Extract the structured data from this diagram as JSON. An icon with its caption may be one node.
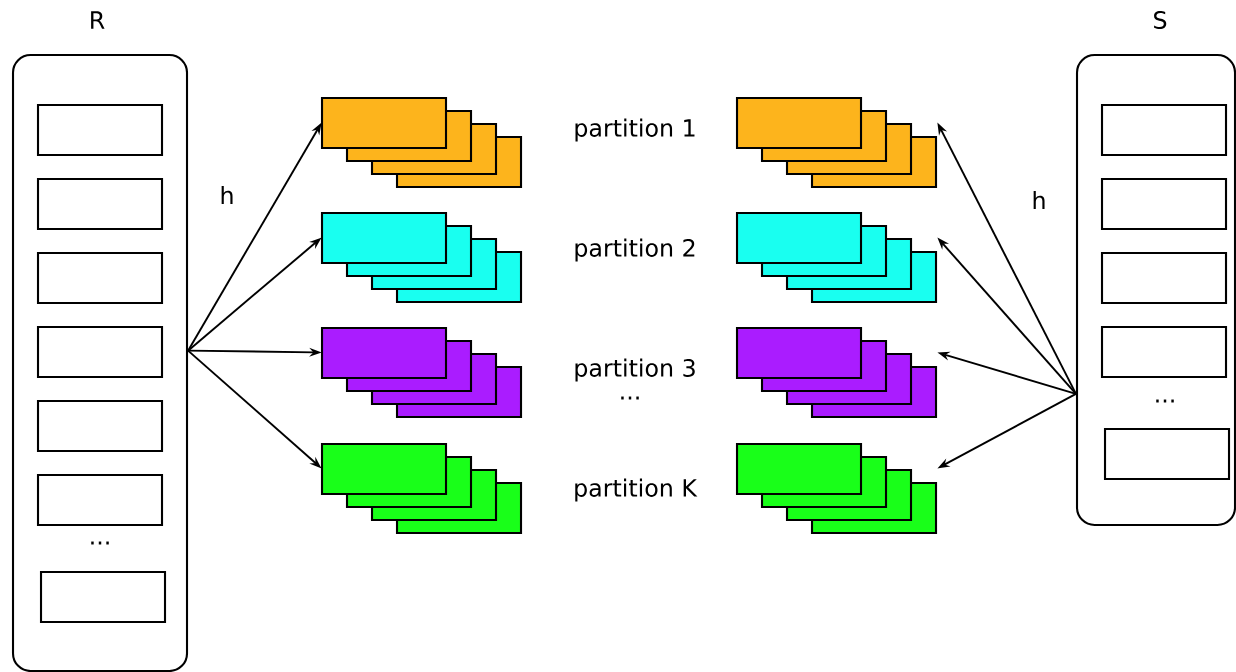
{
  "diagram": {
    "nodes": [
      {
        "text": [
          "R"
        ]
      },
      {
        "text": [
          "S"
        ]
      },
      {
        "text": [],
        "shape": "box"
      },
      {
        "text": [],
        "shape": "box"
      },
      {
        "text": [],
        "shape": "box"
      },
      {
        "text": [],
        "shape": "box"
      },
      {
        "text": [],
        "shape": "box"
      },
      {
        "text": [],
        "shape": "box"
      },
      {
        "text": [],
        "shape": "box"
      },
      {
        "text": [],
        "shape": "box"
      }
    ],
    "edges": [
      {
        "from": 0,
        "to": 2,
        "arrow": "to"
      },
      {
        "from": 0,
        "to": 3,
        "arrow": "to"
      },
      {
        "from": 0,
        "to": 4,
        "arrow": "to"
      },
      {
        "from": 0,
        "to": 5,
        "arrow": "to"
      },
      {
        "from": 1,
        "to": 6,
        "arrow": "to"
      },
      {
        "from": 1,
        "to": 7,
        "arrow": "to"
      },
      {
        "from": 1,
        "to": 8,
        "arrow": "to"
      },
      {
        "from": 1,
        "to": 9,
        "arrow": "to"
      }
    ],
    "labels": [
      "partition 1",
      "h",
      "h",
      "partition 2",
      "partition 3",
      "...",
      "...",
      "partition K",
      "..."
    ]
  }
}
